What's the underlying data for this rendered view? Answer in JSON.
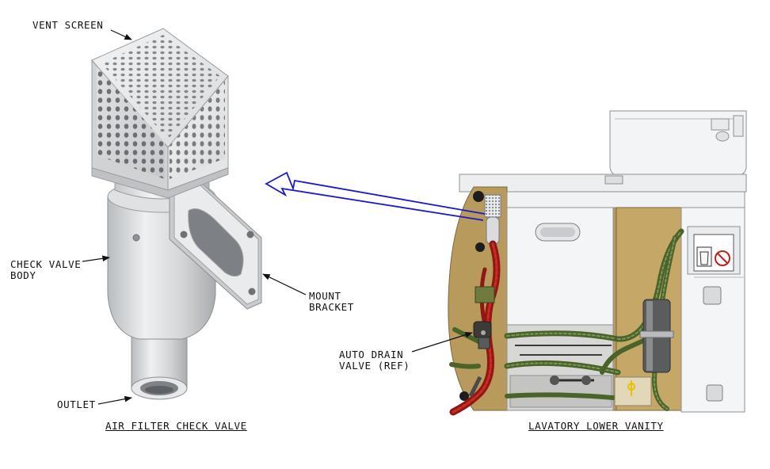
{
  "labels": {
    "vent_screen": "VENT SCREEN",
    "check_valve_body_1": "CHECK VALVE",
    "check_valve_body_2": "BODY",
    "mount_bracket_1": "MOUNT",
    "mount_bracket_2": "BRACKET",
    "outlet": "OUTLET",
    "auto_drain_1": "AUTO DRAIN",
    "auto_drain_2": "VALVE (REF)"
  },
  "captions": {
    "left": "AIR FILTER CHECK VALVE",
    "right": "LAVATORY LOWER VANITY"
  },
  "colors": {
    "callout_arrow": "#1a1acc",
    "metal": "#d4d6d8",
    "cabinet_panel": "#b89a5c",
    "hose_green": "#5f7a3a",
    "hose_red": "#b3201c"
  }
}
